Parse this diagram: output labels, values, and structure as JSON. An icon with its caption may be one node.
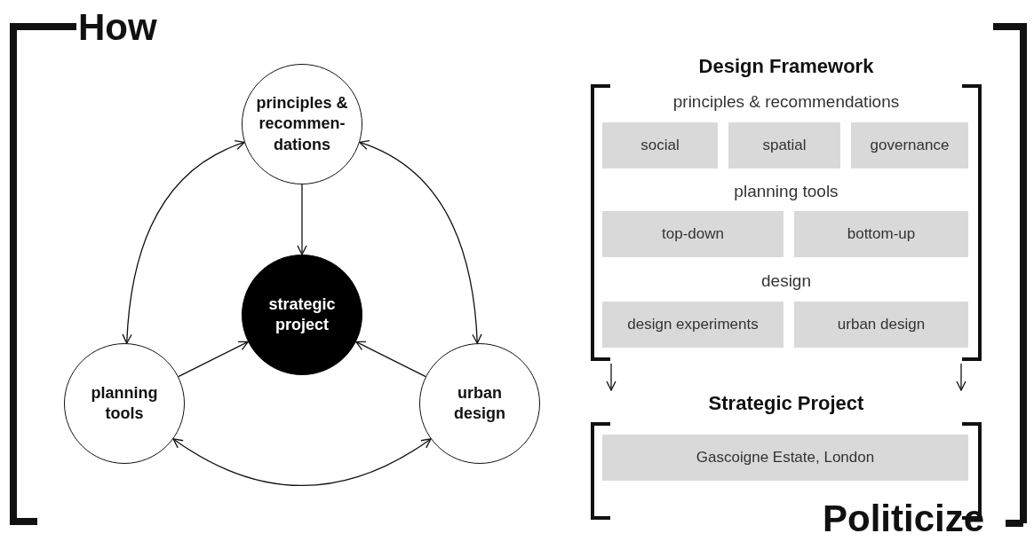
{
  "diagram": {
    "nodes": [
      {
        "text": [
          "principles & recommen-dations"
        ]
      },
      {
        "text": [
          "strategic project"
        ]
      },
      {
        "text": [
          "planning tools"
        ]
      },
      {
        "text": [
          "urban design"
        ]
      },
      {
        "text": [
          "Design Framework"
        ]
      },
      {
        "text": [
          "social"
        ],
        "in": 4
      },
      {
        "text": [
          "spatial"
        ],
        "in": 4
      },
      {
        "text": [
          "governance"
        ],
        "in": 4
      },
      {
        "text": [
          "top-down"
        ],
        "in": 4
      },
      {
        "text": [
          "bottom-up"
        ],
        "in": 4
      },
      {
        "text": [
          "design experiments"
        ],
        "in": 4
      },
      {
        "text": [
          "urban design"
        ],
        "in": 4
      },
      {
        "text": [
          "Strategic Project"
        ]
      },
      {
        "text": [
          "Gascoigne Estate, London"
        ],
        "in": 12
      }
    ],
    "edges": [
      {
        "from": 0,
        "to": 1,
        "arrow": "to"
      },
      {
        "from": 2,
        "to": 1,
        "arrow": "to"
      },
      {
        "from": 3,
        "to": 1,
        "arrow": "to"
      },
      {
        "from": 0,
        "to": 2,
        "arrow": "both"
      },
      {
        "from": 0,
        "to": 3,
        "arrow": "both"
      },
      {
        "from": 2,
        "to": 3,
        "arrow": "both"
      },
      {
        "from": 4,
        "to": 12,
        "arrow": "to"
      },
      {
        "from": 4,
        "to": 12,
        "arrow": "to"
      }
    ],
    "labels": [
      "How",
      "principles & recommendations",
      "planning tools",
      "design",
      "Politicize"
    ]
  }
}
